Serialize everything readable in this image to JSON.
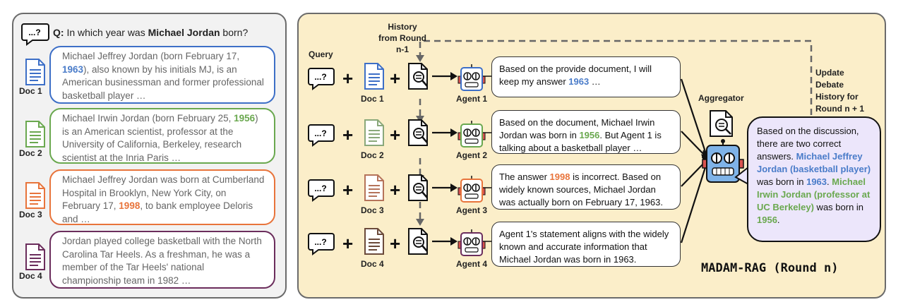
{
  "left_panel": {
    "question_prefix": "Q:",
    "question_pre": "In which year was ",
    "question_name": "Michael Jordan",
    "question_post": " born?",
    "query_icon_text": "...?",
    "docs": [
      {
        "label": "Doc 1",
        "text_pre": "Michael Jeffrey Jordan (born February 17, ",
        "year": "1963",
        "text_post": "), also known by his initials MJ, is an American businessman and former professional basketball player …",
        "color": "#3d6fc7"
      },
      {
        "label": "Doc 2",
        "text_pre": "Michael Irwin Jordan (born February 25, ",
        "year": "1956",
        "text_post": ") is an American scientist, professor at the University of California, Berkeley, research scientist at the Inria Paris …",
        "color": "#6aa84f"
      },
      {
        "label": "Doc 3",
        "text_pre": "Michael Jeffrey Jordan was born at Cumberland Hospital in Brooklyn, New York City, on February 17, ",
        "year": "1998",
        "text_post": ", to bank employee Deloris and …",
        "color": "#e8743b"
      },
      {
        "label": "Doc 4",
        "text_pre": "Jordan played college basketball with the North Carolina Tar Heels. As a freshman, he was a member of the Tar Heels' national championship team in 1982  …",
        "year": "",
        "text_post": "",
        "color": "#6b2d5c"
      }
    ]
  },
  "right_panel": {
    "query_label": "Query",
    "history_label_1": "History",
    "history_label_2": "from Round",
    "history_label_3": "n-1",
    "update_label_1": "Update",
    "update_label_2": "Debate",
    "update_label_3": "History for",
    "update_label_4": "Round n + 1",
    "aggregator_label": "Aggregator",
    "title": "MADAM-RAG (Round n)",
    "rows": [
      {
        "doc_label": "Doc 1",
        "agent_label": "Agent 1",
        "agent_color": "#3d6fc7",
        "doc_color": "#3d6fc7"
      },
      {
        "doc_label": "Doc 2",
        "agent_label": "Agent 2",
        "agent_color": "#6aa84f",
        "doc_color": "#8aa87a"
      },
      {
        "doc_label": "Doc 3",
        "agent_label": "Agent 3",
        "agent_color": "#e8743b",
        "doc_color": "#b5735a"
      },
      {
        "doc_label": "Doc 4",
        "agent_label": "Agent 4",
        "agent_color": "#6b2d5c",
        "doc_color": "#6b4a3a"
      }
    ],
    "bubbles": {
      "agent1_pre": "Based on the provide document, I will keep my answer ",
      "agent1_year": "1963",
      "agent1_post": " …",
      "agent2_pre": "Based on the document, Michael Irwin Jordan was born in ",
      "agent2_year": "1956",
      "agent2_post": ". But Agent 1 is talking about a basketball player …",
      "agent3_pre": "The answer ",
      "agent3_year": "1998",
      "agent3_post": " is incorrect. Based on widely known sources, Michael Jordan was actually born on February 17, 1963.",
      "agent4_text": "Agent 1's statement aligns with the widely known and accurate information that Michael Jordan was born in 1963."
    },
    "aggregator_answer": {
      "pre": "Based on the discussion, there are two correct answers. ",
      "name1": "Michael Jeffrey Jordan (basketball player)",
      "mid1": " was born in ",
      "year1": "1963",
      "mid2": ". ",
      "name2": "Michael Irwin Jordan (professor at UC Berkeley)",
      "mid3": " was born in ",
      "year2": "1956",
      "post": "."
    }
  }
}
